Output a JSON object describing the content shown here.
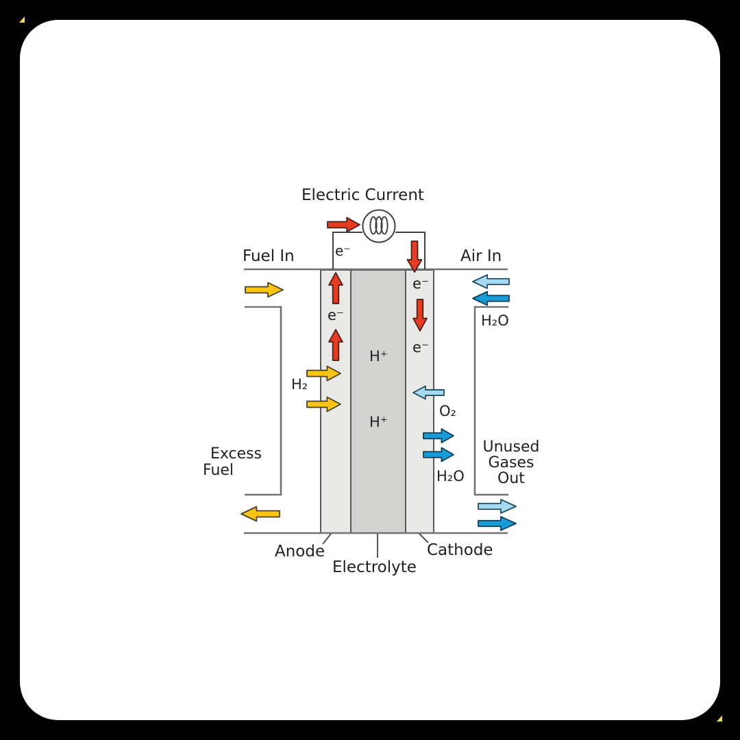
{
  "diagram_type": "hydrogen-fuel-cell-schematic",
  "title": "Electric Current",
  "labels": {
    "fuel_in": "Fuel In",
    "air_in": "Air In",
    "electron": "e⁻",
    "proton": "H⁺",
    "hydrogen": "H₂",
    "oxygen": "O₂",
    "water": "H₂O",
    "excess_fuel_line1": "Excess",
    "excess_fuel_line2": "Fuel",
    "unused_line1": "Unused",
    "unused_line2": "Gases",
    "unused_line3": "Out",
    "anode": "Anode",
    "cathode": "Cathode",
    "electrolyte": "Electrolyte"
  },
  "icons": {
    "load_coil": "coil-in-circle (electrical load symbol)"
  },
  "colors": {
    "frame": "#000000",
    "canvas": "#ffffff",
    "electron_arrow_red": "#e73b22",
    "fuel_arrow_yellow": "#fcc511",
    "light_blue_arrow": "#a6daf0",
    "dark_blue_arrow": "#189cd8",
    "anode_cathode_fill": "#e9e9e7",
    "electrolyte_fill": "#d2d2d0",
    "line_gray": "#717274",
    "text": "#1f1f1f",
    "corner_artifact_yellow": "#f8d948"
  }
}
